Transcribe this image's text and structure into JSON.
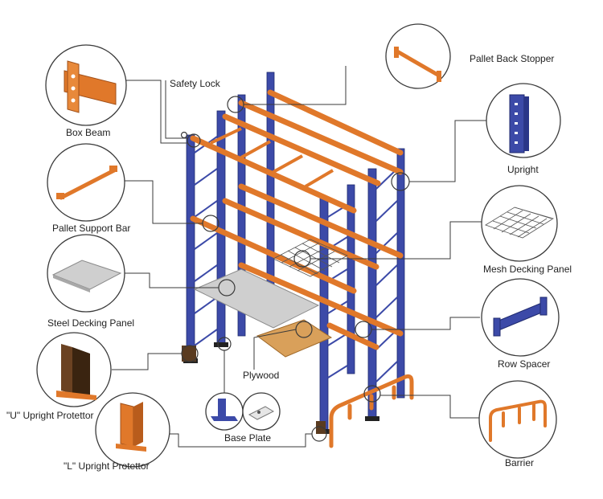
{
  "labels": {
    "safety_lock": "Safety Lock",
    "pallet_back_stopper": "Pallet Back Stopper",
    "box_beam": "Box Beam",
    "upright": "Upright",
    "pallet_support_bar": "Pallet Support Bar",
    "mesh_decking_panel": "Mesh Decking Panel",
    "steel_decking_panel": "Steel Decking Panel",
    "row_spacer": "Row Spacer",
    "plywood": "Plywood",
    "u_upright_protector": "\"U\" Upright Protettor",
    "base_plate": "Base Plate",
    "barrier": "Barrier",
    "l_upright_protector": "\"L\" Upright Protettor"
  },
  "colors": {
    "upright_blue": "#3c4aa8",
    "beam_orange": "#e0782a",
    "steel_panel": "#cfcfcf",
    "plywood": "#d9a05a",
    "outline": "#3a3a3a"
  }
}
